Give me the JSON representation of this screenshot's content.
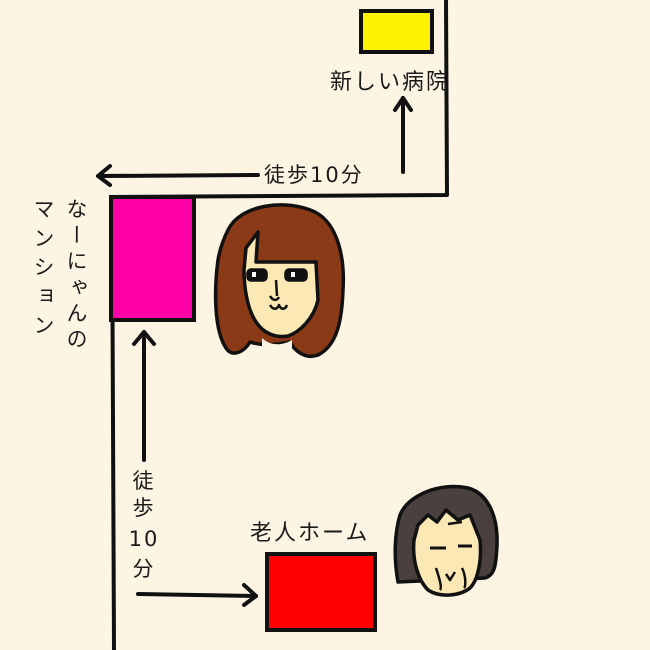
{
  "diagram": {
    "type": "walking-route-map",
    "background": "#FDF4E4",
    "locations": {
      "hospital": {
        "label": "新しい病院",
        "color": "#FFF200"
      },
      "mansion": {
        "label_line1": "なーにゃんの",
        "label_line2": "マンション",
        "color": "#FF00A8"
      },
      "nursing_home": {
        "label": "老人ホーム",
        "color": "#FF0000"
      }
    },
    "routes": {
      "mansion_to_hospital": {
        "label": "徒歩10分"
      },
      "mansion_to_nursing_home": {
        "label_chars": [
          "徒",
          "歩",
          "10",
          "分"
        ]
      }
    },
    "characters": {
      "young_woman": {
        "hair_color": "#8B3A17",
        "skin_color": "#FBE8B4"
      },
      "elderly_woman": {
        "hair_color": "#4A4040",
        "skin_color": "#FBE8B4"
      }
    }
  }
}
